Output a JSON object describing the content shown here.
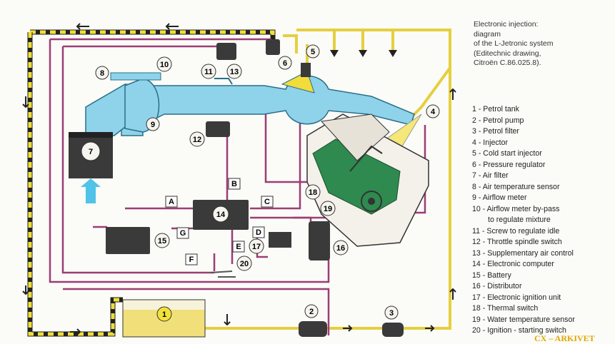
{
  "caption": {
    "line1": "Electronic injection:",
    "line2": "diagram",
    "line3": "of the L-Jetronic system",
    "line4": "(Editechnic drawing,",
    "line5": "Citroën C.86.025.8)."
  },
  "legend": [
    {
      "label": "1 - Petrol tank"
    },
    {
      "label": "2 - Petrol pump"
    },
    {
      "label": "3 - Petrol filter"
    },
    {
      "label": "4 - Injector"
    },
    {
      "label": "5 - Cold start injector"
    },
    {
      "label": "6 - Pressure regulator"
    },
    {
      "label": "7 - Air filter"
    },
    {
      "label": "8 - Air temperature sensor"
    },
    {
      "label": "9 - Airflow meter"
    },
    {
      "label": "10 - Airflow meter by-pass"
    },
    {
      "label": "to regulate mixture"
    },
    {
      "label": "11 - Screw to regulate idle"
    },
    {
      "label": "12 - Throttle spindle switch"
    },
    {
      "label": "13 - Supplementary air control"
    },
    {
      "label": "14 - Electronic computer"
    },
    {
      "label": "15 - Battery"
    },
    {
      "label": "16 - Distributor"
    },
    {
      "label": "17 - Electronic ignition unit"
    },
    {
      "label": "18 - Thermal switch"
    },
    {
      "label": "19 - Water temperature sensor"
    },
    {
      "label": "20 - Ignition - starting switch"
    }
  ],
  "components": {
    "n1": "1",
    "n2": "2",
    "n3": "3",
    "n4": "4",
    "n5": "5",
    "n6": "6",
    "n7": "7",
    "n8": "8",
    "n9": "9",
    "n10": "10",
    "n11": "11",
    "n12": "12",
    "n13": "13",
    "n14": "14",
    "n15": "15",
    "n16": "16",
    "n17": "17",
    "n18": "18",
    "n19": "19",
    "n20": "20"
  },
  "connectors": {
    "A": "A",
    "B": "B",
    "C": "C",
    "D": "D",
    "E": "E",
    "F": "F",
    "G": "G"
  },
  "watermark": "CX – ARKIVET",
  "colors": {
    "fuel_supply": "#e8d44a",
    "fuel_return": "#f2e64a",
    "wiring": "#9c3d74",
    "air_duct": "#8fd3ea",
    "engine": "#2e8a4e",
    "components": "#3a3a3a"
  }
}
